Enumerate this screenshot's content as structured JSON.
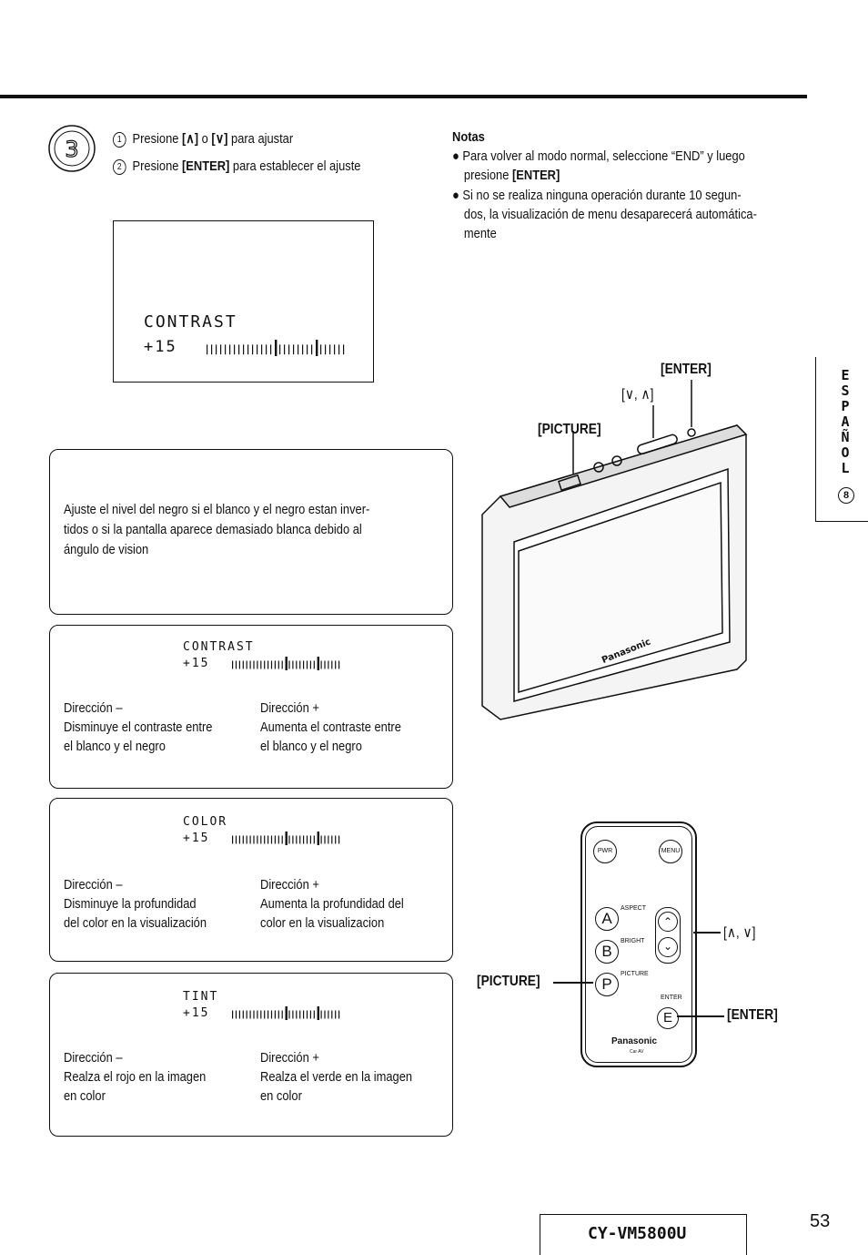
{
  "step": {
    "number": "3",
    "line1_prefix": "Presione",
    "line1_key_up": "[∧]",
    "line1_or": "o",
    "line1_key_down": "[∨]",
    "line1_suffix": "para ajustar",
    "line2_prefix": "Presione",
    "line2_key": "[ENTER]",
    "line2_suffix": "para establecer el ajuste",
    "sub1": "1",
    "sub2": "2"
  },
  "notes": {
    "title": "Notas",
    "item1_text": "Para volver al modo normal, seleccione “END” y luego",
    "item1_text2": "presione",
    "item1_key": "[ENTER]",
    "item2_line1": "Si no se realiza ninguna operación durante 10 segun-",
    "item2_line2": "dos, la visualización de menu desaparecerá automática-",
    "item2_line3": "mente"
  },
  "screen": {
    "label": "CONTRAST",
    "value": "+15"
  },
  "intro_box": {
    "line1": "Ajuste el nivel del negro si el blanco y el negro estan inver-",
    "line2": "tidos o si la pantalla aparece demasiado blanca debido al",
    "line3": "ángulo de vision"
  },
  "adjust_boxes": [
    {
      "label": "CONTRAST",
      "value": "+15",
      "minus_title": "Dirección –",
      "minus_line1": "Disminuye el contraste entre",
      "minus_line2": "el blanco y el negro",
      "plus_title": "Dirección +",
      "plus_line1": "Aumenta el contraste entre",
      "plus_line2": "el blanco y el negro"
    },
    {
      "label": "COLOR",
      "value": "+15",
      "minus_title": "Dirección –",
      "minus_line1": "Disminuye la profundidad",
      "minus_line2": "del color en la visualización",
      "plus_title": "Dirección +",
      "plus_line1": "Aumenta la profundidad del",
      "plus_line2": "color en la visualizacion"
    },
    {
      "label": "TINT",
      "value": "+15",
      "minus_title": "Dirección –",
      "minus_line1": "Realza el rojo en la imagen",
      "minus_line2": "en color",
      "plus_title": "Dirección +",
      "plus_line1": "Realza el verde en la imagen",
      "plus_line2": "en color"
    }
  ],
  "monitor": {
    "enter_label": "[ENTER]",
    "arrows_label": "[∨, ∧]",
    "picture_label": "[PICTURE]",
    "brand": "Panasonic"
  },
  "remote": {
    "pwr": "PWR",
    "menu": "MENU",
    "a": "A",
    "a_label": "ASPECT",
    "b": "B",
    "b_label": "BRIGHT",
    "p": "P",
    "p_label": "PICTURE",
    "e": "E",
    "e_label": "ENTER",
    "brand": "Panasonic",
    "brand_sub": "Car AV",
    "callout_arrows": "[∧, ∨]",
    "callout_picture": "[PICTURE]",
    "callout_enter": "[ENTER]"
  },
  "side_tab": {
    "letters": [
      "E",
      "S",
      "P",
      "A",
      "Ñ",
      "O",
      "L"
    ],
    "number": "8"
  },
  "footer": {
    "model": "CY-VM5800U",
    "page": "53"
  }
}
